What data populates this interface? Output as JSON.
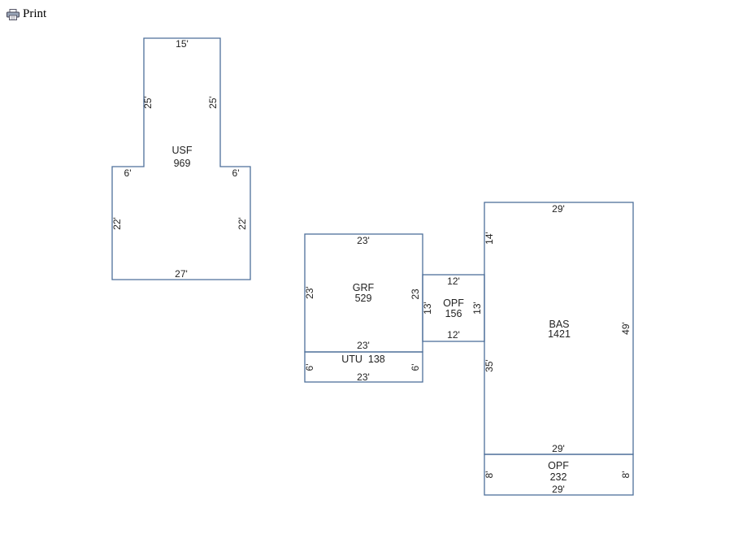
{
  "toolbar": {
    "print_label": "Print",
    "print_icon": "printer-icon"
  },
  "colors": {
    "outline": "#4d6f9a",
    "text": "#222222"
  },
  "sketch": {
    "usf": {
      "code": "USF",
      "area": "969",
      "dims": {
        "top": "15'",
        "left_upper": "25'",
        "right_upper": "25'",
        "left_step": "6'",
        "right_step": "6'",
        "left_lower": "22'",
        "right_lower": "22'",
        "bottom": "27'"
      }
    },
    "grf": {
      "code": "GRF",
      "area": "529",
      "dims": {
        "top": "23'",
        "left": "23'",
        "right": "23",
        "bottom": "23'"
      }
    },
    "utu": {
      "label": "UTU  138",
      "dims": {
        "left": "6'",
        "right": "6'",
        "bottom": "23'"
      }
    },
    "opf_mid": {
      "code": "OPF",
      "area": "156",
      "dims": {
        "top": "12'",
        "left": "13'",
        "right": "13'",
        "bottom": "12'"
      }
    },
    "bas": {
      "code": "BAS",
      "area": "1421",
      "dims": {
        "top": "29'",
        "left_upper": "14'",
        "left_lower": "35'",
        "right": "49'",
        "bottom": "29'"
      }
    },
    "opf_bottom": {
      "code": "OPF",
      "area": "232",
      "dims": {
        "left": "8'",
        "right": "8'",
        "bottom": "29'"
      }
    }
  }
}
